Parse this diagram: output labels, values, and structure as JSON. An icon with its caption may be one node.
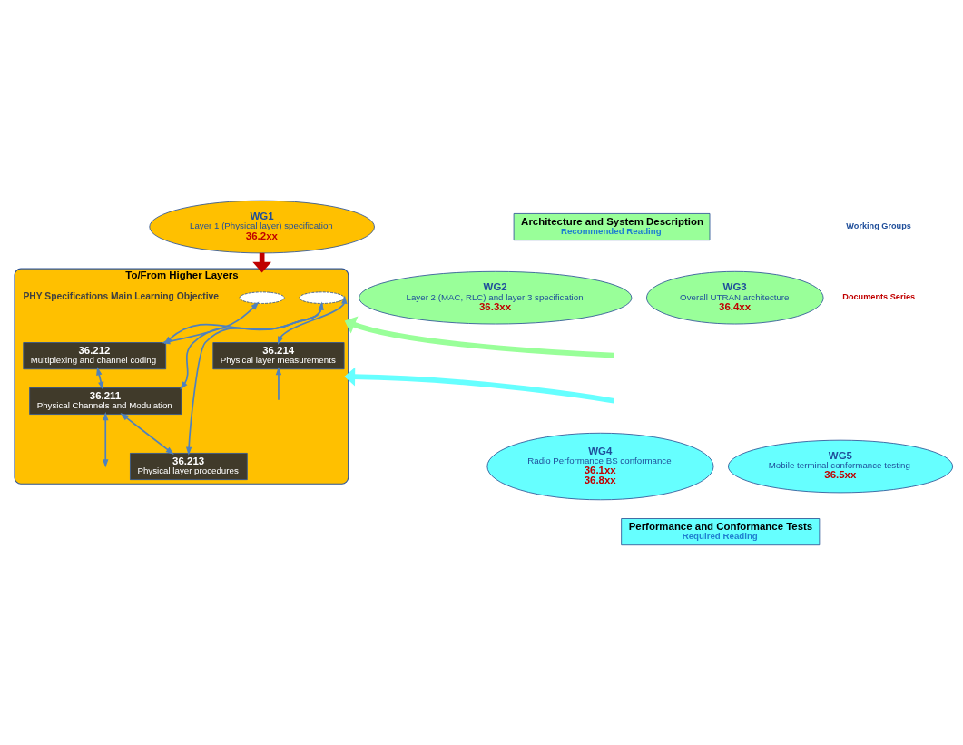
{
  "diagram": {
    "nodes": [
      {
        "text": [
          "WG1",
          "Layer 1 (Physical layer) specification",
          "36.2xx"
        ]
      },
      {
        "text": [
          "To/From Higher Layers"
        ],
        "beside": [
          "PHY Specifications Main Learning Objective"
        ]
      },
      {
        "text": [],
        "shape": "ellipse",
        "in": 1
      },
      {
        "text": [],
        "shape": "ellipse",
        "in": 1
      },
      {
        "text": [
          "36.212",
          "Multiplexing and channel coding"
        ],
        "in": 1
      },
      {
        "text": [
          "36.211",
          "Physical Channels and Modulation"
        ],
        "in": 1
      },
      {
        "text": [
          "36.213",
          "Physical layer procedures"
        ],
        "in": 1
      },
      {
        "text": [
          "36.214",
          "Physical layer measurements"
        ],
        "in": 1
      },
      {
        "text": [
          "Architecture and System Description",
          "Recommended Reading"
        ]
      },
      {
        "text": [
          "WG2",
          "Layer 2 (MAC, RLC) and layer 3 specification",
          "36.3xx"
        ]
      },
      {
        "text": [
          "WG3",
          "Overall UTRAN architecture",
          "36.4xx"
        ]
      },
      {
        "text": [
          "WG4",
          "Radio Performance BS conformance",
          "36.1xx",
          "36.8xx"
        ]
      },
      {
        "text": [
          "WG5",
          "Mobile terminal conformance testing",
          "36.5xx"
        ]
      },
      {
        "text": [
          "Performance and Conformance Tests",
          "Required Reading"
        ]
      }
    ],
    "edges": [
      {
        "from": 0,
        "to": 1,
        "arrow": "to",
        "style": "thick",
        "color": "#c00000"
      },
      {
        "from": null,
        "to": 1,
        "arrow": "to",
        "style": "thick",
        "color": "#99ff99"
      },
      {
        "from": null,
        "to": 1,
        "arrow": "to",
        "style": "thick",
        "color": "#66ffff"
      },
      {
        "from": 2,
        "to": 4,
        "arrow": "both"
      },
      {
        "from": 3,
        "to": 4,
        "arrow": "to"
      },
      {
        "from": 3,
        "to": 5,
        "arrow": "to"
      },
      {
        "from": 3,
        "to": 6,
        "arrow": "both"
      },
      {
        "from": 3,
        "to": 7,
        "arrow": "both"
      },
      {
        "from": 4,
        "to": 5,
        "arrow": "both"
      },
      {
        "from": 5,
        "to": 6,
        "arrow": "both"
      },
      {
        "from": 5,
        "to": null,
        "arrow": "both"
      },
      {
        "from": null,
        "to": 7,
        "arrow": "to"
      }
    ],
    "labels": [
      "Working Groups",
      "Documents Series"
    ]
  }
}
